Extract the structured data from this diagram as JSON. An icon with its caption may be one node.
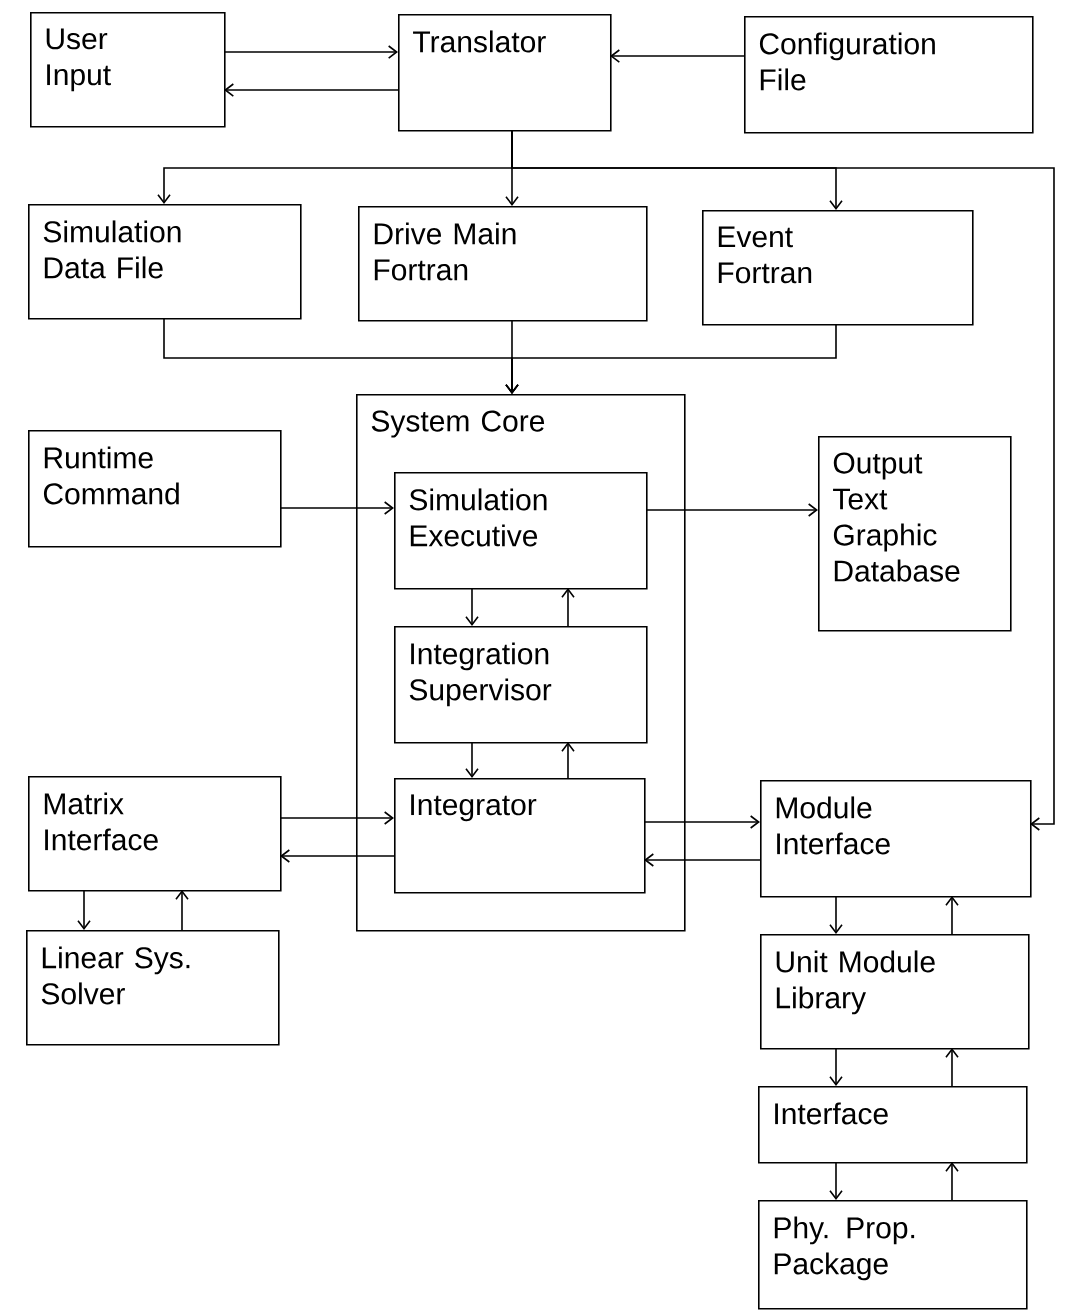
{
  "diagram": {
    "nodes": [
      {
        "text": [
          "User Input"
        ]
      },
      {
        "text": [
          "Translator"
        ]
      },
      {
        "text": [
          "Configuration File"
        ]
      },
      {
        "text": [
          "Simulation Data File"
        ]
      },
      {
        "text": [
          "Drive Main Fortran"
        ]
      },
      {
        "text": [
          "Event Fortran"
        ]
      },
      {
        "text": [
          "System Core"
        ]
      },
      {
        "text": [
          "Runtime Command"
        ]
      },
      {
        "text": [
          "Simulation Executive"
        ],
        "in": 6
      },
      {
        "text": [
          "Output Text Graphic Database"
        ]
      },
      {
        "text": [
          "Integration Supervisor"
        ],
        "in": 6
      },
      {
        "text": [
          "Integrator"
        ],
        "in": 6
      },
      {
        "text": [
          "Matrix Interface"
        ]
      },
      {
        "text": [
          "Module Interface"
        ]
      },
      {
        "text": [
          "Linear Sys. Solver"
        ]
      },
      {
        "text": [
          "Unit Module Library"
        ]
      },
      {
        "text": [
          "Interface"
        ]
      },
      {
        "text": [
          "Phy. Prop. Package"
        ]
      }
    ],
    "edges": [
      {
        "from": 0,
        "to": 1,
        "arrow": "to"
      },
      {
        "from": 1,
        "to": 0,
        "arrow": "to"
      },
      {
        "from": 2,
        "to": 1,
        "arrow": "to"
      },
      {
        "from": 1,
        "to": 3,
        "arrow": "to"
      },
      {
        "from": 1,
        "to": 4,
        "arrow": "to"
      },
      {
        "from": 1,
        "to": 5,
        "arrow": "to"
      },
      {
        "from": 1,
        "to": 13,
        "arrow": "to"
      },
      {
        "from": 3,
        "to": 6,
        "arrow": "to"
      },
      {
        "from": 4,
        "to": 6,
        "arrow": "to"
      },
      {
        "from": 5,
        "to": 6,
        "arrow": "to"
      },
      {
        "from": 7,
        "to": 8,
        "arrow": "to"
      },
      {
        "from": 8,
        "to": 9,
        "arrow": "to"
      },
      {
        "from": 8,
        "to": 10,
        "arrow": "to"
      },
      {
        "from": 10,
        "to": 8,
        "arrow": "to"
      },
      {
        "from": 10,
        "to": 11,
        "arrow": "to"
      },
      {
        "from": 11,
        "to": 10,
        "arrow": "to"
      },
      {
        "from": 12,
        "to": 11,
        "arrow": "to"
      },
      {
        "from": 11,
        "to": 12,
        "arrow": "to"
      },
      {
        "from": 11,
        "to": 13,
        "arrow": "to"
      },
      {
        "from": 13,
        "to": 11,
        "arrow": "to"
      },
      {
        "from": 12,
        "to": 14,
        "arrow": "to"
      },
      {
        "from": 14,
        "to": 12,
        "arrow": "to"
      },
      {
        "from": 13,
        "to": 15,
        "arrow": "to"
      },
      {
        "from": 15,
        "to": 13,
        "arrow": "to"
      },
      {
        "from": 15,
        "to": 16,
        "arrow": "to"
      },
      {
        "from": 16,
        "to": 15,
        "arrow": "to"
      },
      {
        "from": 16,
        "to": 17,
        "arrow": "to"
      },
      {
        "from": 17,
        "to": 16,
        "arrow": "to"
      }
    ]
  }
}
